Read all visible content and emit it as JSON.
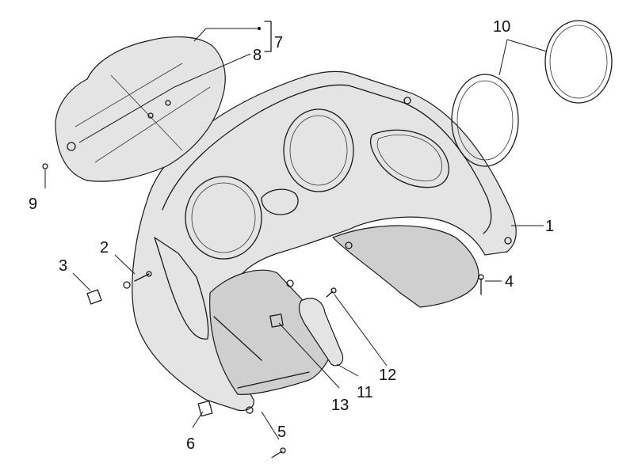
{
  "callouts": [
    {
      "id": "1",
      "label": "1"
    },
    {
      "id": "2",
      "label": "2"
    },
    {
      "id": "3",
      "label": "3"
    },
    {
      "id": "4",
      "label": "4"
    },
    {
      "id": "5",
      "label": "5"
    },
    {
      "id": "6",
      "label": "6"
    },
    {
      "id": "7",
      "label": "7"
    },
    {
      "id": "8",
      "label": "8"
    },
    {
      "id": "9",
      "label": "9"
    },
    {
      "id": "10",
      "label": "10"
    },
    {
      "id": "11",
      "label": "11"
    },
    {
      "id": "12",
      "label": "12"
    },
    {
      "id": "13",
      "label": "13"
    }
  ],
  "colors": {
    "line": "#1a1a1a",
    "shade": "#e4e4e4",
    "background": "#ffffff"
  }
}
